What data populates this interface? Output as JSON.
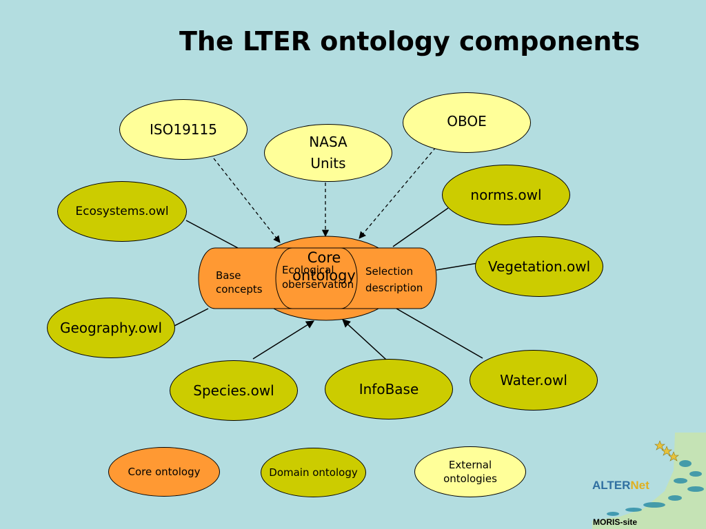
{
  "title": "The LTER ontology components",
  "nodes": {
    "iso": "ISO19115",
    "nasa": [
      "NASA",
      "Units"
    ],
    "oboe": "OBOE",
    "ecosystems": "Ecosystems.owl",
    "norms": "norms.owl",
    "vegetation": "Vegetation.owl",
    "geography": "Geography.owl",
    "species": "Species.owl",
    "infobase": "InfoBase",
    "water": "Water.owl"
  },
  "core": {
    "title": [
      "Core",
      "ontology"
    ],
    "base": [
      "Base",
      "concepts"
    ],
    "ecological": [
      "Ecological",
      "oberservation"
    ],
    "selection": [
      "Selection",
      "description"
    ]
  },
  "legend": {
    "core": "Core ontology",
    "domain": "Domain ontology",
    "external": [
      "External",
      "ontologies"
    ]
  },
  "logo": {
    "brand_a": "ALTER",
    "brand_b": "Net",
    "site": "MORIS-site"
  },
  "colors": {
    "background": "#b3dde0",
    "external_fill": "#ffff99",
    "domain_fill": "#cccc00",
    "core_fill": "#ff9933"
  }
}
